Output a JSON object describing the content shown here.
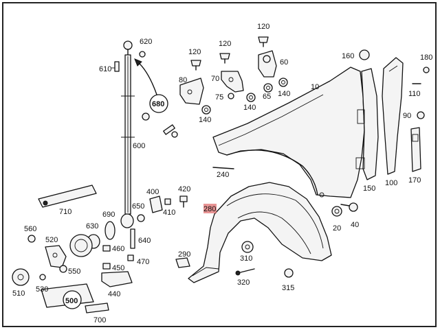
{
  "callouts": [
    {
      "id": "c620",
      "text": "620"
    },
    {
      "id": "c610",
      "text": "610"
    },
    {
      "id": "c680",
      "text": "680"
    },
    {
      "id": "c600",
      "text": "600"
    },
    {
      "id": "c120a",
      "text": "120"
    },
    {
      "id": "c120b",
      "text": "120"
    },
    {
      "id": "c120c",
      "text": "120"
    },
    {
      "id": "c80",
      "text": "80"
    },
    {
      "id": "c70",
      "text": "70"
    },
    {
      "id": "c75",
      "text": "75"
    },
    {
      "id": "c140a",
      "text": "140"
    },
    {
      "id": "c140b",
      "text": "140"
    },
    {
      "id": "c140c",
      "text": "140"
    },
    {
      "id": "c65",
      "text": "65"
    },
    {
      "id": "c60",
      "text": "60"
    },
    {
      "id": "c10",
      "text": "10"
    },
    {
      "id": "c160",
      "text": "160"
    },
    {
      "id": "c180",
      "text": "180"
    },
    {
      "id": "c110",
      "text": "110"
    },
    {
      "id": "c90",
      "text": "90"
    },
    {
      "id": "c170",
      "text": "170"
    },
    {
      "id": "c100",
      "text": "100"
    },
    {
      "id": "c150",
      "text": "150"
    },
    {
      "id": "c240",
      "text": "240"
    },
    {
      "id": "c710",
      "text": "710"
    },
    {
      "id": "c400",
      "text": "400"
    },
    {
      "id": "c420",
      "text": "420"
    },
    {
      "id": "c410",
      "text": "410"
    },
    {
      "id": "c650",
      "text": "650"
    },
    {
      "id": "c690",
      "text": "690"
    },
    {
      "id": "c280",
      "text": "280"
    },
    {
      "id": "c20",
      "text": "20"
    },
    {
      "id": "c40",
      "text": "40"
    },
    {
      "id": "c560",
      "text": "560"
    },
    {
      "id": "c520",
      "text": "520"
    },
    {
      "id": "c630",
      "text": "630"
    },
    {
      "id": "c640",
      "text": "640"
    },
    {
      "id": "c460",
      "text": "460"
    },
    {
      "id": "c470",
      "text": "470"
    },
    {
      "id": "c450",
      "text": "450"
    },
    {
      "id": "c290",
      "text": "290"
    },
    {
      "id": "c310",
      "text": "310"
    },
    {
      "id": "c320",
      "text": "320"
    },
    {
      "id": "c315",
      "text": "315"
    },
    {
      "id": "c550",
      "text": "550"
    },
    {
      "id": "c510",
      "text": "510"
    },
    {
      "id": "c530",
      "text": "530"
    },
    {
      "id": "c500",
      "text": "500"
    },
    {
      "id": "c440",
      "text": "440"
    },
    {
      "id": "c700",
      "text": "700"
    }
  ],
  "highlight_color": "#e07070"
}
